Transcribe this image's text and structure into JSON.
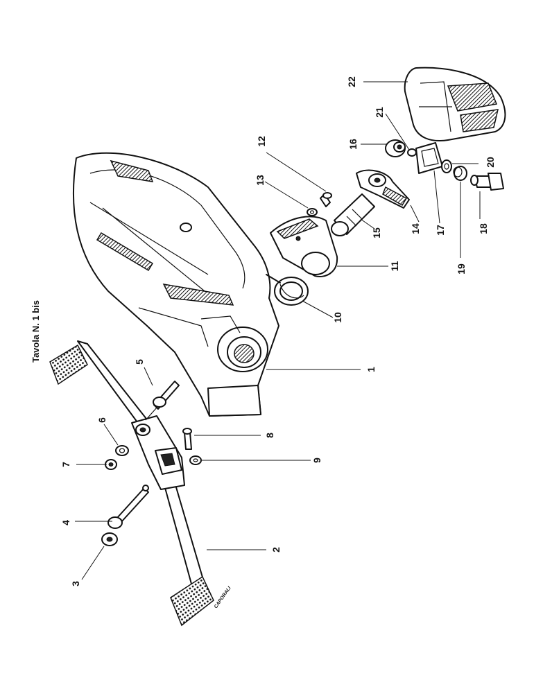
{
  "title": "Tavola N. 1 bis",
  "signature": "CAPORALI",
  "callouts": [
    "1",
    "2",
    "3",
    "4",
    "5",
    "6",
    "7",
    "8",
    "9",
    "10",
    "11",
    "12",
    "13",
    "14",
    "15",
    "16",
    "17",
    "18",
    "19",
    "20",
    "21",
    "22"
  ]
}
